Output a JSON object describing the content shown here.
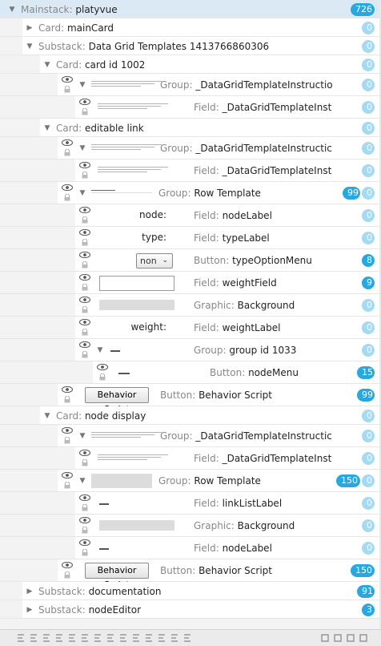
{
  "rows": [
    {
      "depth": 0,
      "tri": "down",
      "kind": "Mainstack:",
      "name": "platyvue",
      "badge": "726",
      "main": true
    },
    {
      "depth": 1,
      "tri": "right",
      "kind": "Card:",
      "name": "mainCard",
      "badge": "0"
    },
    {
      "depth": 1,
      "tri": "down",
      "kind": "Substack:",
      "name": "Data Grid Templates 1413766860306",
      "badge": "0"
    },
    {
      "depth": 2,
      "tri": "down",
      "kind": "Card:",
      "name": "card id 1002",
      "badge": "0"
    },
    {
      "depth": 3,
      "tri": "down",
      "ctl": true,
      "prev": "thumb",
      "kind": "Group:",
      "name": "_DataGridTemplateInstructions_",
      "badge": "0"
    },
    {
      "depth": 4,
      "ctl": true,
      "prev": "thumb",
      "kind": "Field:",
      "name": "_DataGridTemplateInstructions",
      "badge": "0"
    },
    {
      "depth": 2,
      "tri": "down",
      "kind": "Card:",
      "name": "editable link",
      "badge": "0"
    },
    {
      "depth": 3,
      "tri": "down",
      "ctl": true,
      "prev": "thumb",
      "kind": "Group:",
      "name": "_DataGridTemplateInstructic",
      "badge": "0"
    },
    {
      "depth": 4,
      "ctl": true,
      "prev": "thumb",
      "kind": "Field:",
      "name": "_DataGridTemplateInstructions",
      "badge": "0"
    },
    {
      "depth": 3,
      "tri": "down",
      "ctl": true,
      "prev": "mini",
      "kind": "Group:",
      "name": "Row Template",
      "badge": "0",
      "badge2": "99"
    },
    {
      "depth": 4,
      "ctl": true,
      "prev": "text",
      "prevText": "node:",
      "kind": "Field:",
      "name": "nodeLabel",
      "badge": "0"
    },
    {
      "depth": 4,
      "ctl": true,
      "prev": "text",
      "prevText": "type:",
      "kind": "Field:",
      "name": "typeLabel",
      "badge": "0"
    },
    {
      "depth": 4,
      "ctl": true,
      "prev": "select",
      "prevText": "non",
      "kind": "Button:",
      "name": "typeOptionMenu",
      "badge": "8"
    },
    {
      "depth": 4,
      "ctl": true,
      "prev": "field",
      "kind": "Field:",
      "name": "weightField",
      "badge": "9"
    },
    {
      "depth": 4,
      "ctl": true,
      "prev": "gfx",
      "kind": "Graphic:",
      "name": "Background",
      "badge": "0"
    },
    {
      "depth": 4,
      "ctl": true,
      "prev": "text",
      "prevText": "weight:",
      "kind": "Field:",
      "name": "weightLabel",
      "badge": "0"
    },
    {
      "depth": 4,
      "tri": "down",
      "ctl": true,
      "prev": "dots",
      "kind": "Group:",
      "name": "group id 1033",
      "badge": "0"
    },
    {
      "depth": 5,
      "ctl": true,
      "prev": "dots2",
      "kind": "Button:",
      "name": "nodeMenu",
      "badge": "15"
    },
    {
      "depth": 3,
      "ctl": true,
      "prev": "btn",
      "prevText": "Behavior Script",
      "kind": "Button:",
      "name": "Behavior Script",
      "badge": "99"
    },
    {
      "depth": 2,
      "tri": "down",
      "kind": "Card:",
      "name": "node display",
      "badge": "0"
    },
    {
      "depth": 3,
      "tri": "down",
      "ctl": true,
      "prev": "thumb",
      "kind": "Group:",
      "name": "_DataGridTemplateInstructic",
      "badge": "0"
    },
    {
      "depth": 4,
      "ctl": true,
      "prev": "thumb",
      "kind": "Field:",
      "name": "_DataGridTemplateInstructions",
      "badge": "0"
    },
    {
      "depth": 3,
      "tri": "down",
      "ctl": true,
      "prev": "gfxsmall",
      "kind": "Group:",
      "name": "Row Template",
      "badge": "0",
      "badge2": "150"
    },
    {
      "depth": 4,
      "ctl": true,
      "prev": "dots",
      "kind": "Field:",
      "name": "linkListLabel",
      "badge": "0"
    },
    {
      "depth": 4,
      "ctl": true,
      "prev": "gfx",
      "kind": "Graphic:",
      "name": "Background",
      "badge": "0"
    },
    {
      "depth": 4,
      "ctl": true,
      "prev": "dots",
      "kind": "Field:",
      "name": "nodeLabel",
      "badge": "0"
    },
    {
      "depth": 3,
      "ctl": true,
      "prev": "btn",
      "prevText": "Behavior Script",
      "kind": "Button:",
      "name": "Behavior Script",
      "badge": "150"
    },
    {
      "depth": 1,
      "tri": "right",
      "kind": "Substack:",
      "name": "documentation",
      "badge": "91"
    },
    {
      "depth": 1,
      "tri": "right",
      "kind": "Substack:",
      "name": "nodeEditor",
      "badge": "3"
    }
  ],
  "colors": {
    "accent": "#29a8e0",
    "accent_light": "#a6d9f2",
    "selected_bg": "#dbe9f5"
  },
  "toolbar": {
    "left_icons": [
      "align-left-icon",
      "align-center-icon",
      "align-right-icon",
      "align-top-icon",
      "align-middle-icon",
      "align-bottom-icon",
      "distribute-h-icon",
      "distribute-v-icon",
      "group-icon",
      "ungroup-icon",
      "grid-icon",
      "tree-icon",
      "snap-icon",
      "move-icon"
    ],
    "right_icons": [
      "add-icon",
      "copy-icon",
      "delete-icon",
      "trash-icon"
    ]
  }
}
